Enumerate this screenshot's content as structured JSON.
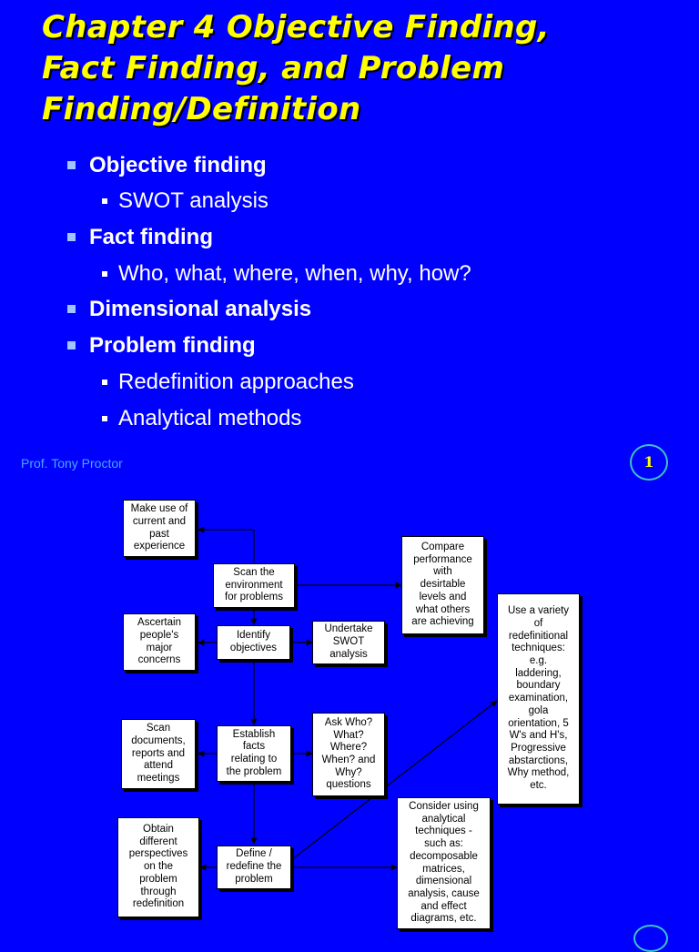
{
  "slide": {
    "title_lines": [
      "Chapter 4   Objective Finding,",
      "Fact Finding, and Problem",
      "Finding/Definition"
    ],
    "bullets": [
      {
        "level": 1,
        "text": "Objective finding"
      },
      {
        "level": 2,
        "text": "SWOT analysis"
      },
      {
        "level": 1,
        "text": "Fact finding"
      },
      {
        "level": 2,
        "text": "Who, what, where, when, why, how?"
      },
      {
        "level": 1,
        "text": "Dimensional analysis"
      },
      {
        "level": 1,
        "text": "Problem finding"
      },
      {
        "level": 2,
        "text": "Redefinition approaches"
      },
      {
        "level": 2,
        "text": "Analytical methods"
      }
    ],
    "footer": "Prof. Tony Proctor",
    "page_number": "1"
  },
  "flowchart": {
    "experience": "Make use of\ncurrent and\npast\nexperience",
    "scan_env": "Scan the\nenvironment\nfor problems",
    "compare": "Compare\nperformance\nwith\ndesirtable\nlevels and\nwhat others\nare achieving",
    "concerns": "Ascertain\npeople's\nmajor\nconcerns",
    "identify": "Identify\nobjectives",
    "swot": "Undertake\nSWOT\nanalysis",
    "redefinitional": "Use a variety\nof\nredefinitional\ntechniques:\ne.g.\nladdering,\nboundary\nexamination,\ngola\norientation, 5\nW's and H's,\nProgressive\nabstarctions,\nWhy method,\netc.",
    "scan_docs": "Scan\ndocuments,\nreports and\nattend\nmeetings",
    "facts": "Establish\nfacts\nrelating to\nthe problem",
    "ask": "Ask Who?\nWhat?\nWhere?\nWhen? and\nWhy?\nquestions",
    "perspectives": "Obtain\ndifferent\nperspectives\non the\nproblem\nthrough\nredefinition",
    "define": "Define /\nredefine the\nproblem",
    "analytical": "Consider using\nanalytical\ntechniques -\nsuch as:\ndecomposable\nmatrices,\ndimensional\nanalysis, cause\nand effect\ndiagrams, etc."
  }
}
